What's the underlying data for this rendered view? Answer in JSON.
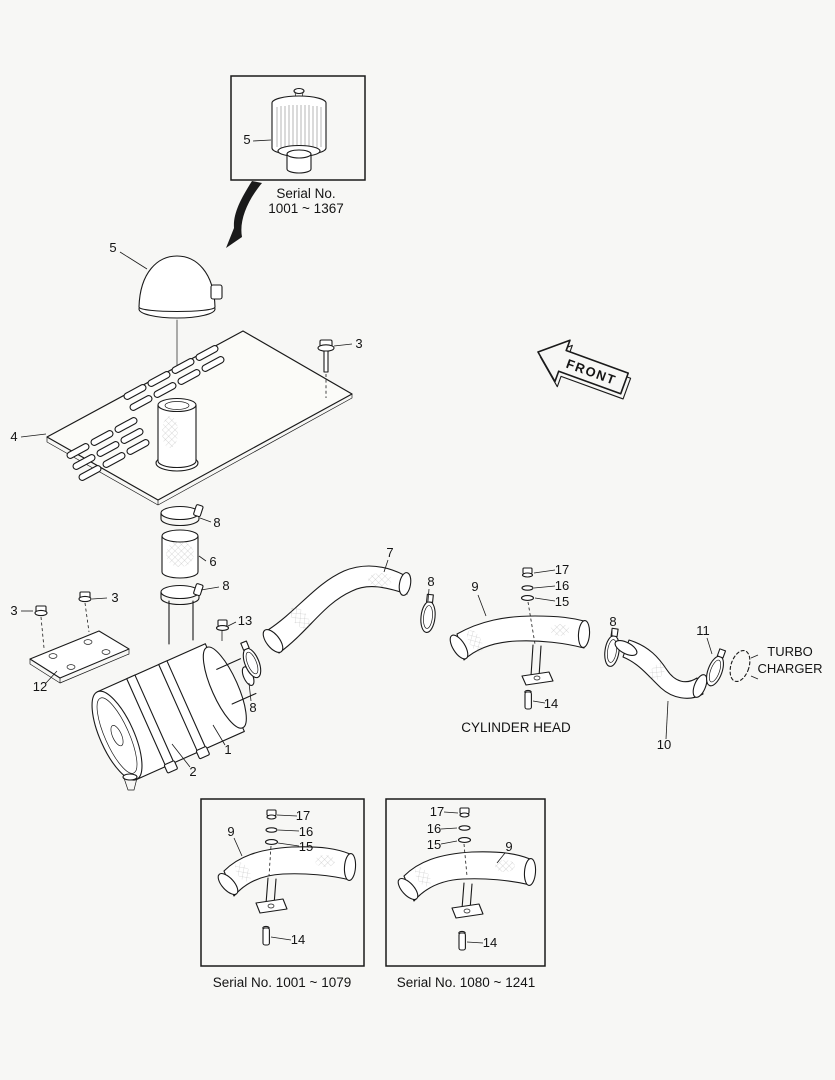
{
  "colors": {
    "background": "#f7f7f5",
    "ink": "#1a1a1a"
  },
  "callouts": {
    "n1": "1",
    "n2": "2",
    "n3": "3",
    "n4": "4",
    "n5": "5",
    "n6": "6",
    "n7": "7",
    "n8": "8",
    "n9": "9",
    "n10": "10",
    "n11": "11",
    "n12": "12",
    "n13": "13",
    "n14": "14",
    "n15": "15",
    "n16": "16",
    "n17": "17"
  },
  "top_inset": {
    "serial_line1": "Serial No.",
    "serial_line2": "1001 ~ 1367"
  },
  "annotations": {
    "front": "FRONT",
    "turbo_line1": "TURBO",
    "turbo_line2": "CHARGER",
    "cylinder_head": "CYLINDER HEAD"
  },
  "bottom_left_inset": {
    "caption": "Serial No. 1001 ~ 1079"
  },
  "bottom_right_inset": {
    "caption": "Serial No. 1080 ~ 1241"
  }
}
